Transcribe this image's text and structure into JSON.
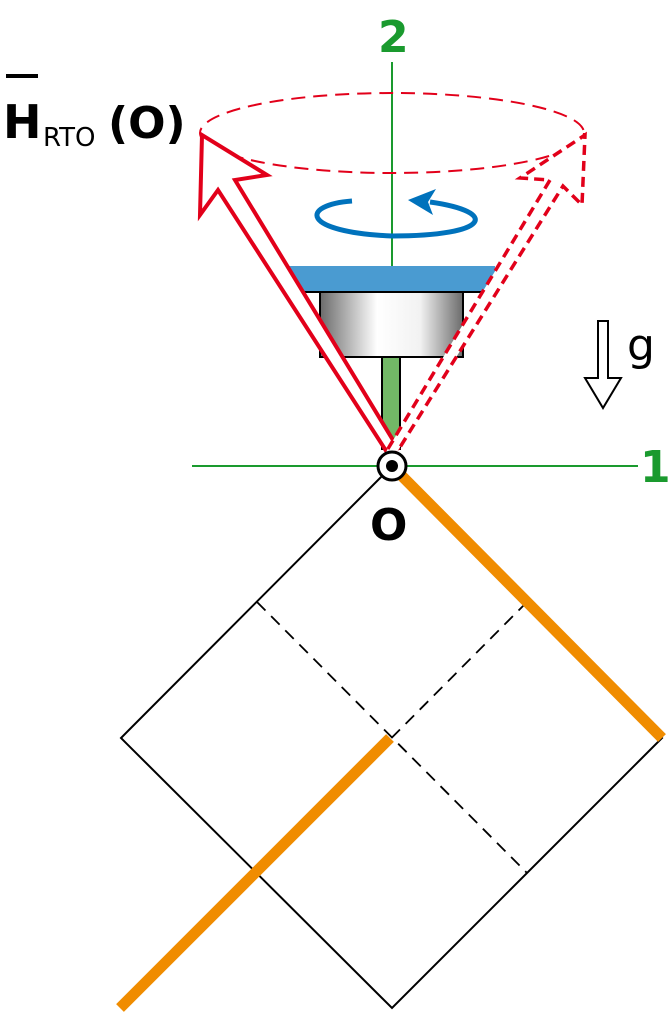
{
  "labels": {
    "axis1": "1",
    "axis2": "2",
    "origin": "O",
    "gravity": "g",
    "momentum_main": "H",
    "momentum_sub": "RTO",
    "momentum_arg": "(O)"
  },
  "colors": {
    "axis": "#1a9a2e",
    "vector": "#e2001a",
    "rotation": "#0072bc",
    "disc": "#4a9bd1",
    "rod": "#72b866",
    "frame": "#f08c00"
  }
}
